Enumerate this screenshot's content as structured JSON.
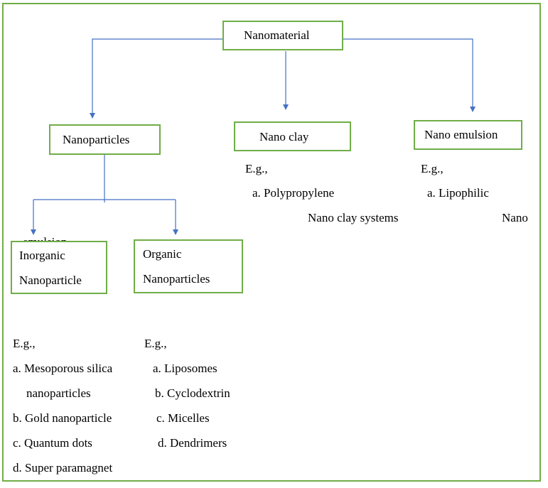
{
  "diagram": {
    "root": {
      "label": "Nanomaterial"
    },
    "nanoparticles": {
      "label": "Nanoparticles",
      "inorganic": {
        "label_line1": "Inorganic",
        "label_line2": "Nanoparticle",
        "eg": "E.g.,",
        "examples": [
          "a. Mesoporous silica",
          "nanoparticles",
          "b. Gold nanoparticle",
          "c. Quantum dots",
          "d. Super paramagnet"
        ]
      },
      "organic": {
        "label_line1": "Organic",
        "label_line2": "Nanoparticles",
        "eg": "E.g.,",
        "examples": [
          "a. Liposomes",
          "b. Cyclodextrin",
          "c. Micelles",
          "d. Dendrimers"
        ]
      }
    },
    "nano_clay": {
      "label": "Nano clay",
      "eg": "E.g.,",
      "examples": [
        "a. Polypropylene",
        "Nano clay systems"
      ]
    },
    "nano_emulsion": {
      "label": "Nano emulsion",
      "eg": "E.g.,",
      "examples": [
        "a. Lipophilic",
        "Nano",
        "emulsion"
      ]
    }
  },
  "colors": {
    "box_border": "#70ad47",
    "arrow": "#4472c4"
  }
}
